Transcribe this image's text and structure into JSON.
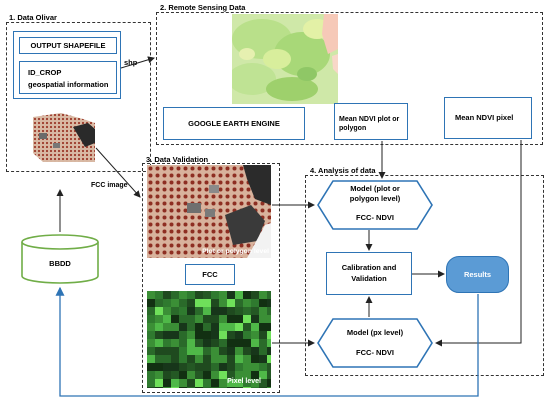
{
  "sections": {
    "data_olivar": "1. Data Olivar",
    "remote_sensing": "2. Remote Sensing Data",
    "data_validation": "3. Data Validation",
    "analysis": "4. Analysis of data"
  },
  "shapefile": {
    "title": "OUTPUT SHAPEFILE",
    "line1": "ID_CROP",
    "line2": "geospatial information"
  },
  "edge_labels": {
    "shp": "shp",
    "fcc_image": "FCC image"
  },
  "bbdd": "BBDD",
  "remote": {
    "gee": "GOOGLE EARTH ENGINE",
    "mean_ndvi_plot": "Mean NDVI plot or polygon",
    "mean_ndvi_pixel": "Mean NDVI pixel"
  },
  "validation": {
    "plot_caption": "Plot or polygon level",
    "fcc_label": "FCC",
    "pixel_caption": "Pixel level"
  },
  "analysis": {
    "model_plot_title": "Model (plot or polygon level)",
    "model_plot_sub": "FCC- NDVI",
    "calibration": "Calibration and Validation",
    "results": "Results",
    "model_px_title": "Model (px level)",
    "model_px_sub": "FCC- NDVI"
  },
  "colors": {
    "accent_blue": "#2e74b5",
    "results_fill": "#5b9bd5",
    "bbdd_green": "#70ad47",
    "arrow": "#222222"
  }
}
